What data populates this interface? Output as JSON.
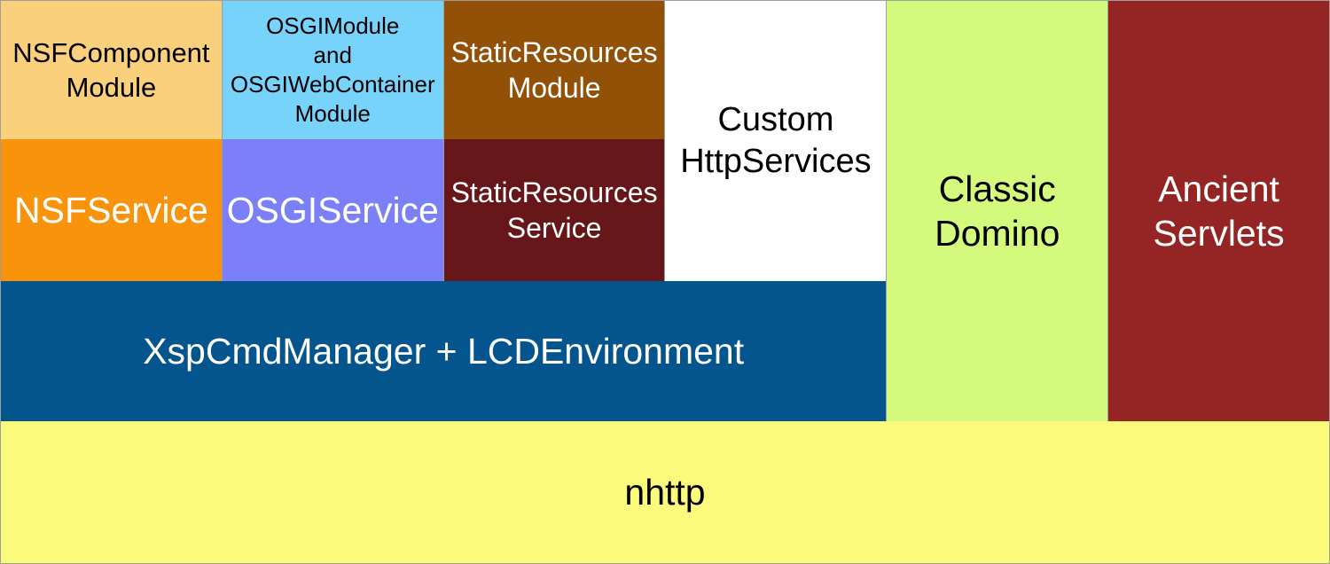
{
  "diagram": {
    "grid_line_color": "#9E9E9E",
    "blocks": {
      "nsf_component_module": {
        "label": "NSFComponent\nModule",
        "bg": "#FBD07C",
        "fg": "#000000"
      },
      "osgi_module": {
        "label": "OSGIModule\nand\nOSGIWebContainer\nModule",
        "bg": "#78D3FA",
        "fg": "#000000"
      },
      "static_resources_module": {
        "label": "StaticResources\nModule",
        "bg": "#935108",
        "fg": "#FFFFFF"
      },
      "custom_http_services": {
        "label": "Custom\nHttpServices",
        "bg": "#FFFFFF",
        "fg": "#000000"
      },
      "classic_domino": {
        "label": "Classic\nDomino",
        "bg": "#D3FA7D",
        "fg": "#000000"
      },
      "ancient_servlets": {
        "label": "Ancient\nServlets",
        "bg": "#952524",
        "fg": "#FFFFFF"
      },
      "nsf_service": {
        "label": "NSFService",
        "bg": "#F9930B",
        "fg": "#FFFFFF"
      },
      "osgi_service": {
        "label": "OSGIService",
        "bg": "#7B7FF8",
        "fg": "#FFFFFF"
      },
      "static_resources_service": {
        "label": "StaticResources\nService",
        "bg": "#671619",
        "fg": "#FFFFFF"
      },
      "xsp_cmd_manager": {
        "label": "XspCmdManager + LCDEnvironment",
        "bg": "#04548D",
        "fg": "#FFFFFF"
      },
      "nhttp": {
        "label": "nhttp",
        "bg": "#FCFA7B",
        "fg": "#000000"
      }
    }
  }
}
